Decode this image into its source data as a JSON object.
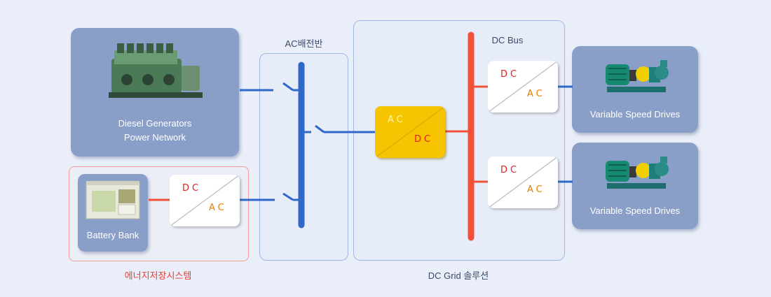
{
  "regions": {
    "ac_panel": {
      "title": "AC배전반"
    },
    "dc_grid": {
      "title": "DC Grid 솔루션",
      "bus_label": "DC Bus"
    },
    "ess": {
      "title": "에너지저장시스템"
    }
  },
  "diesel": {
    "label_line1": "Diesel Generators",
    "label_line2": "Power Network",
    "icon": "diesel-generator-icon"
  },
  "battery": {
    "label": "Battery Bank",
    "icon": "battery-cabinet-icon"
  },
  "drives": [
    {
      "label": "Variable Speed Drives",
      "icon": "pump-motor-icon"
    },
    {
      "label": "Variable Speed Drives",
      "icon": "pump-motor-icon"
    }
  ],
  "converters": {
    "battery_dcac": {
      "top": "DC",
      "bottom": "AC"
    },
    "main_acdc": {
      "top": "AC",
      "bottom": "DC"
    },
    "drive1_dcac": {
      "top": "DC",
      "bottom": "AC"
    },
    "drive2_dcac": {
      "top": "DC",
      "bottom": "AC"
    }
  },
  "colors": {
    "ac_line": "#2f68c8",
    "dc_line": "#f0503c",
    "card": "#8a9fc7",
    "main_converter": "#f6c400"
  }
}
